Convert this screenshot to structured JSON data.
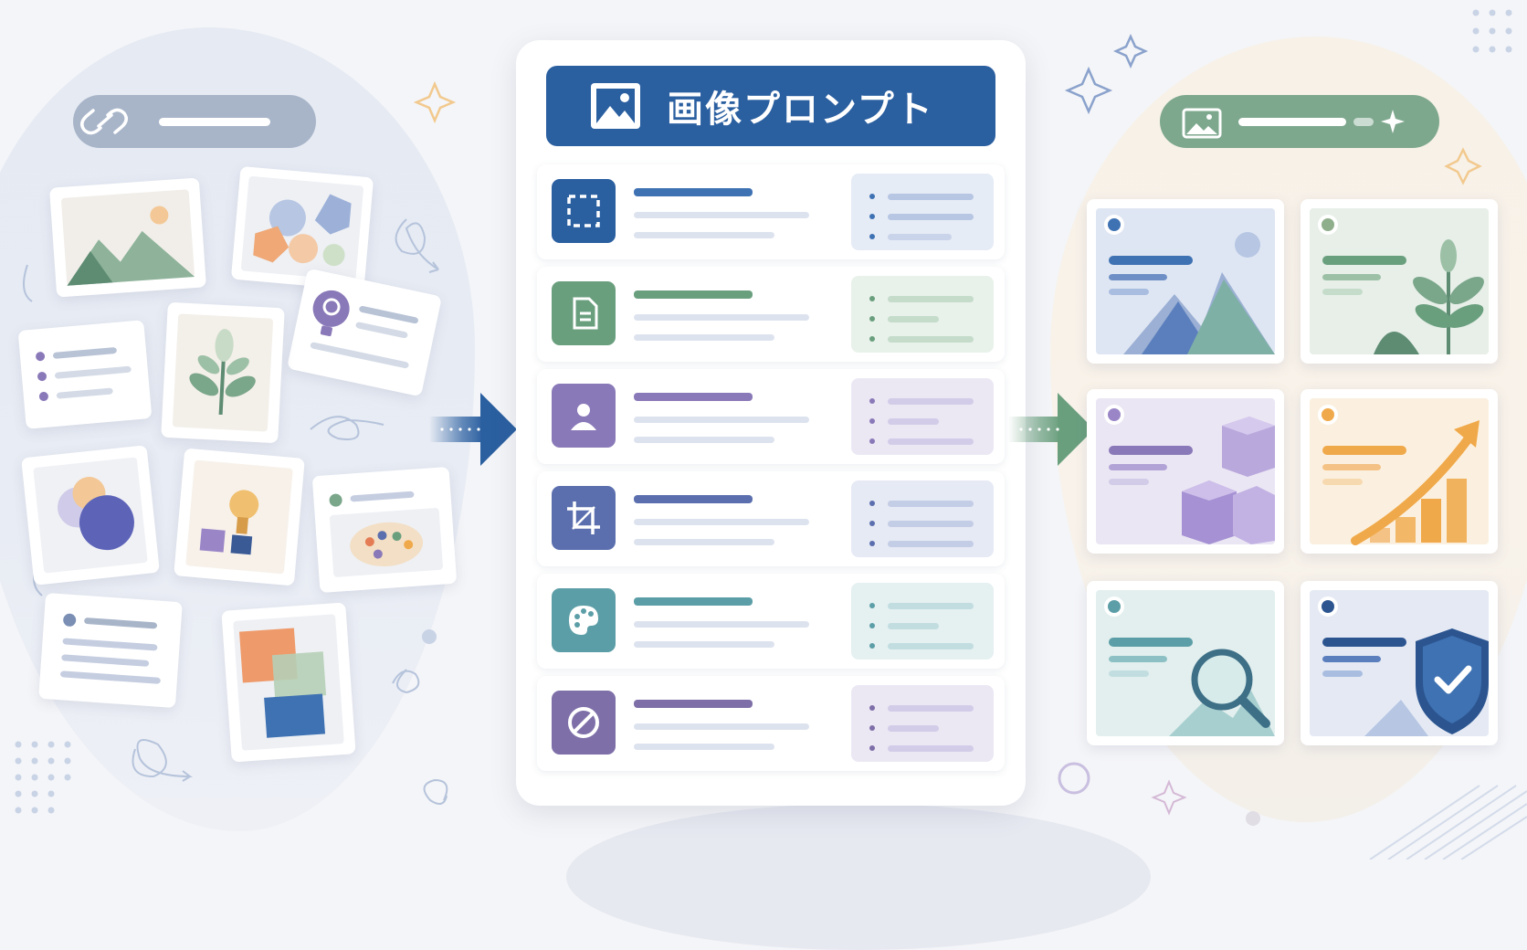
{
  "header": {
    "title": "画像プロンプト"
  },
  "colors": {
    "primary_blue": "#2a5fa0",
    "green": "#6a9f7e",
    "purple": "#8a79b8",
    "indigo": "#5b6fae",
    "teal": "#5c9ea7",
    "violet": "#7e6fa8",
    "orange": "#f0a94a",
    "navy": "#2c5590"
  },
  "left_panel": {
    "pill_icon": "link-icon",
    "cards": [
      "landscape-image",
      "abstract-shapes-image",
      "idea-note",
      "list-note",
      "plant-image",
      "venn-image",
      "lightbulb-image",
      "palette-image",
      "text-note",
      "color-blocks-image"
    ]
  },
  "center_panel": {
    "rows": [
      {
        "icon": "selection-frame-icon",
        "color": "#2a5fa0"
      },
      {
        "icon": "document-icon",
        "color": "#6a9f7e"
      },
      {
        "icon": "person-icon",
        "color": "#8a79b8"
      },
      {
        "icon": "crop-icon",
        "color": "#5b6fae"
      },
      {
        "icon": "palette-icon",
        "color": "#5c9ea7"
      },
      {
        "icon": "prohibited-icon",
        "color": "#7e6fa8"
      }
    ]
  },
  "right_panel": {
    "pill_icon": "image-icon",
    "cards": [
      {
        "illustration": "mountain-icon",
        "accent": "#2a5fa0"
      },
      {
        "illustration": "plant-icon",
        "accent": "#6a9f7e"
      },
      {
        "illustration": "cubes-icon",
        "accent": "#8a79b8"
      },
      {
        "illustration": "growth-chart-icon",
        "accent": "#f0a94a"
      },
      {
        "illustration": "magnifier-icon",
        "accent": "#5c9ea7"
      },
      {
        "illustration": "shield-check-icon",
        "accent": "#2c5590"
      }
    ]
  }
}
